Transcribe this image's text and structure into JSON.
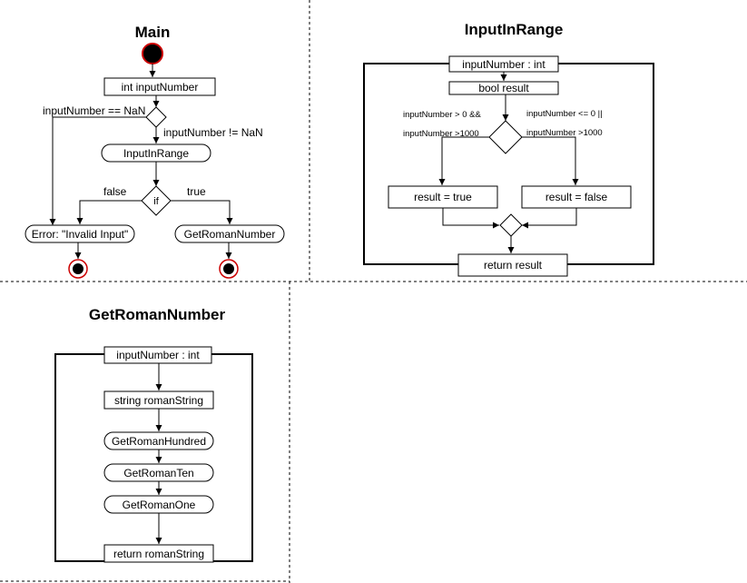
{
  "main": {
    "title": "Main",
    "declare": "int inputNumber",
    "nan_label": "inputNumber == NaN",
    "not_nan_label": "inputNumber != NaN",
    "in_range": "InputInRange",
    "decision": "if",
    "false_label": "false",
    "true_label": "true",
    "error": "Error: \"Invalid Input\"",
    "get_roman": "GetRomanNumber"
  },
  "input_in_range": {
    "title": "InputInRange",
    "param": "inputNumber : int",
    "bool_result": "bool result",
    "cond_true_1": "inputNumber > 0 &&",
    "cond_true_2": "inputNumber >1000",
    "cond_false_1": "inputNumber <= 0 ||",
    "cond_false_2": "inputNumber >1000",
    "result_true": "result = true",
    "result_false": "result = false",
    "return": "return result"
  },
  "get_roman_number": {
    "title": "GetRomanNumber",
    "param": "inputNumber : int",
    "string_decl": "string romanString",
    "hundred": "GetRomanHundred",
    "ten": "GetRomanTen",
    "one": "GetRomanOne",
    "return": "return romanString"
  },
  "colors": {
    "initial_node": "#cc0000",
    "final_ring": "#cc0000",
    "line": "#000000"
  }
}
